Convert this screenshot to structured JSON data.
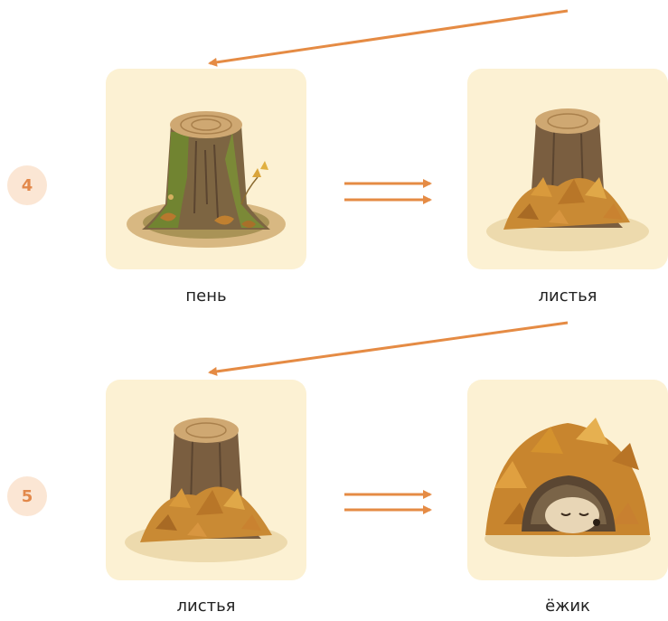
{
  "rows": [
    {
      "number": "4",
      "left": {
        "label": "пень",
        "image": "mossy-tree-stump"
      },
      "right": {
        "label": "листья",
        "image": "stump-covered-with-autumn-leaves"
      }
    },
    {
      "number": "5",
      "left": {
        "label": "листья",
        "image": "stump-covered-with-autumn-leaves"
      },
      "right": {
        "label": "ёжик",
        "image": "hedgehog-under-leaves"
      }
    }
  ],
  "colors": {
    "arrow": "#e58b44",
    "badge_bg": "#fbe6d4",
    "badge_text": "#e2884a",
    "card_bg": "#fcf1d3"
  }
}
